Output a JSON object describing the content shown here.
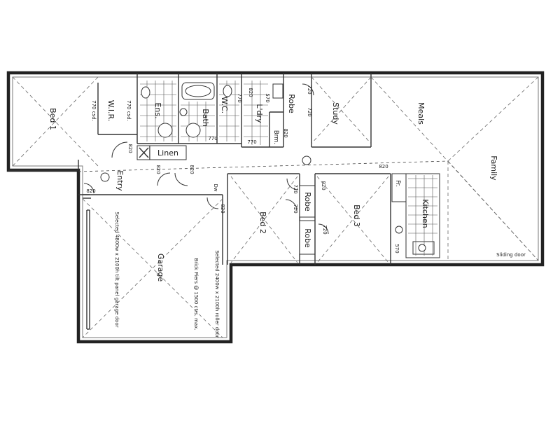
{
  "rooms": {
    "bed1": "Bed 1",
    "wir": "W.I.R.",
    "ens": "Ens.",
    "bath": "Bath",
    "wc": "W.C.",
    "robe_laundry": "Robe",
    "laundry": "L'dry",
    "broom": "Brm.",
    "study": "Study",
    "meals": "Meals",
    "family": "Family",
    "linen": "Linen",
    "entry": "Entry",
    "bed2": "Bed 2",
    "robe_bed3a": "Robe",
    "robe_bed3b": "Robe",
    "bed3": "Bed 3",
    "kitchen": "Kitchen",
    "fridge": "Fr.",
    "garage": "Garage"
  },
  "annotations": {
    "csd_a": "770 csd.",
    "csd_b": "770 csd.",
    "door_820": "820",
    "door_720": "720",
    "door_770": "770",
    "door_570": "570",
    "garage_door_note": "Selected 4800w x 2100h tilt panel garage door",
    "roller_door_note": "Selected 2400w x 2100h roller door",
    "brick_piers_note": "Brick Piers @ 1500 ctrs. max.",
    "sliding_door": "Sliding door",
    "dw": "Dw"
  }
}
